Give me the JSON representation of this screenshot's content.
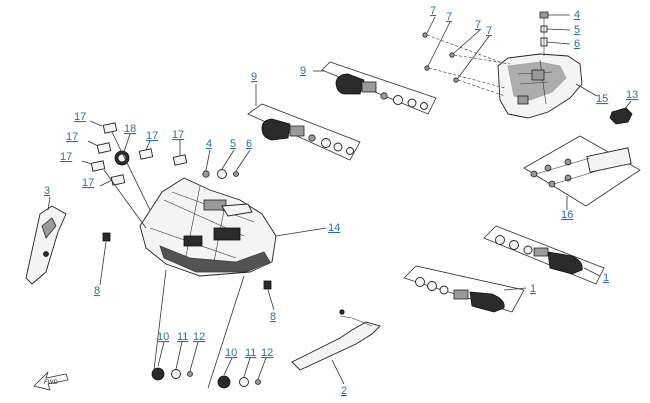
{
  "diagram": {
    "callouts": [
      {
        "id": "c-7a",
        "text": "7"
      },
      {
        "id": "c-7b",
        "text": "7"
      },
      {
        "id": "c-7c",
        "text": "7"
      },
      {
        "id": "c-7d",
        "text": "7"
      },
      {
        "id": "c-4a",
        "text": "4"
      },
      {
        "id": "c-5a",
        "text": "5"
      },
      {
        "id": "c-6a",
        "text": "6"
      },
      {
        "id": "c-15",
        "text": "15"
      },
      {
        "id": "c-13",
        "text": "13"
      },
      {
        "id": "c-9a",
        "text": "9"
      },
      {
        "id": "c-9b",
        "text": "9"
      },
      {
        "id": "c-17a",
        "text": "17"
      },
      {
        "id": "c-17b",
        "text": "17"
      },
      {
        "id": "c-17c",
        "text": "17"
      },
      {
        "id": "c-17d",
        "text": "17"
      },
      {
        "id": "c-17e",
        "text": "17"
      },
      {
        "id": "c-18",
        "text": "18"
      },
      {
        "id": "c-4b",
        "text": "4"
      },
      {
        "id": "c-5b",
        "text": "5"
      },
      {
        "id": "c-6b",
        "text": "6"
      },
      {
        "id": "c-3",
        "text": "3"
      },
      {
        "id": "c-14",
        "text": "14"
      },
      {
        "id": "c-16",
        "text": "16"
      },
      {
        "id": "c-1a",
        "text": "1"
      },
      {
        "id": "c-1b",
        "text": "1"
      },
      {
        "id": "c-8a",
        "text": "8"
      },
      {
        "id": "c-8b",
        "text": "8"
      },
      {
        "id": "c-10a",
        "text": "10"
      },
      {
        "id": "c-11a",
        "text": "11"
      },
      {
        "id": "c-12a",
        "text": "12"
      },
      {
        "id": "c-10b",
        "text": "10"
      },
      {
        "id": "c-11b",
        "text": "11"
      },
      {
        "id": "c-12b",
        "text": "12"
      },
      {
        "id": "c-2",
        "text": "2"
      }
    ],
    "fwd_label": "FWD"
  }
}
